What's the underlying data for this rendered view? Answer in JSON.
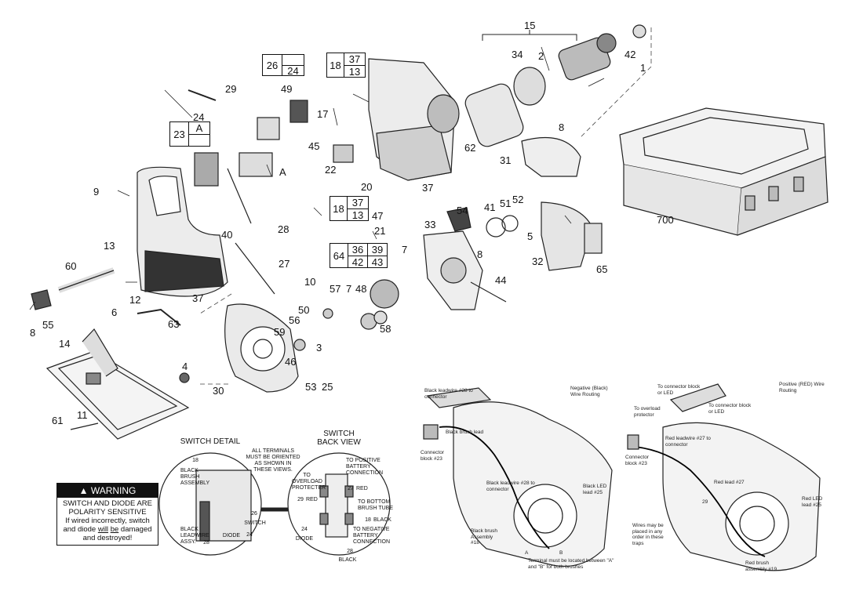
{
  "callouts": {
    "n1": "1",
    "n2": "2",
    "n3": "3",
    "n4": "4",
    "n5": "5",
    "n6": "6",
    "n7a": "7",
    "n7b": "7",
    "n8a": "8",
    "n8b": "8",
    "n8c": "8",
    "n9": "9",
    "n10": "10",
    "n11": "11",
    "n12": "12",
    "n13": "13",
    "n14": "14",
    "n15": "15",
    "n17": "17",
    "n20": "20",
    "n21": "21",
    "n22": "22",
    "n24": "24",
    "n25": "25",
    "n27": "27",
    "n28": "28",
    "n29": "29",
    "n30": "30",
    "n31": "31",
    "n32": "32",
    "n33": "33",
    "n34": "34",
    "n37a": "37",
    "n37b": "37",
    "n40": "40",
    "n41": "41",
    "n42": "42",
    "n44": "44",
    "n45": "45",
    "n46": "46",
    "n47": "47",
    "n48": "48",
    "n49": "49",
    "n50": "50",
    "n51": "51",
    "n52": "52",
    "n53": "53",
    "n54": "54",
    "n55": "55",
    "n56": "56",
    "n57": "57",
    "n58": "58",
    "n59": "59",
    "n60": "60",
    "n61": "61",
    "n62": "62",
    "n63": "63",
    "n65": "65",
    "n700": "700",
    "nA": "A"
  },
  "boxes": {
    "b26_24": {
      "a": "26",
      "b": "24"
    },
    "b18_37_13_top": {
      "a": "18",
      "b": "37",
      "c": "13"
    },
    "b23_A": {
      "a": "23",
      "b": "A"
    },
    "b18_37_13_mid": {
      "a": "18",
      "b": "37",
      "c": "13"
    },
    "b64": {
      "a": "64",
      "b": "36",
      "c": "39",
      "d": "42",
      "e": "43"
    }
  },
  "switch_detail": {
    "title": "SWITCH DETAIL",
    "all_terminals": "ALL TERMINALS MUST BE ORIENTED AS SHOWN IN THESE VIEWS.",
    "black_brush": "BLACK BRUSH ASSEMBLY",
    "black_leadwire": "BLACK LEADWIRE ASSY.",
    "switch": "SWITCH",
    "diode": "DIODE",
    "c18": "18",
    "c26": "26",
    "c28": "28",
    "c24": "24"
  },
  "switch_back": {
    "title": "SWITCH BACK VIEW",
    "to_overload": "TO OVERLOAD PROTECTER",
    "to_positive": "TO POSITIVE BATTERY CONNECTION",
    "red27": "RED",
    "c27": "27",
    "red29": "RED",
    "c29": "29",
    "to_bottom": "TO BOTTOM BRUSH TUBE",
    "black18": "BLACK",
    "c18": "18",
    "to_negative": "TO NEGATIVE BATTERY CONNECTION",
    "diode": "DIODE",
    "c24": "24",
    "black28": "BLACK",
    "c28": "28"
  },
  "warning": {
    "head": "WARNING",
    "line1": "SWITCH AND DIODE ARE POLARITY SENSITIVE",
    "line2a": "If wired incorrectly, switch and diode ",
    "will": "will",
    "be": "be",
    "line2b": " damaged and destroyed!"
  },
  "neg_routing": {
    "title": "Negative (Black) Wire Routing",
    "black_leadwire_top": "Black leadwire #28 to connector",
    "black_brush_lead": "Black brush lead",
    "connector_block": "Connector block #23",
    "black_leadwire_mid": "Black leadwire #28 to connector",
    "black_led": "Black LED lead #25",
    "black_brush_assy": "Black brush Assembly #18",
    "a": "A",
    "b": "B",
    "terminal_note": "Terminal must be located between \"A\" and \"B\" for both brushes"
  },
  "pos_routing": {
    "title": "Positive (RED) Wire Routing",
    "to_connector1": "To connector block or LED",
    "to_connector2": "To connector block or LED",
    "to_overload": "To overload protector",
    "red_leadwire": "Red leadwire #27 to connector",
    "connector_block": "Connector block #23",
    "red_lead": "Red lead #27",
    "n29": "29",
    "red_led": "Red LED lead #25",
    "wires_note": "Wires may be placed in any order in these traps",
    "red_brush": "Red brush assembly #19"
  }
}
